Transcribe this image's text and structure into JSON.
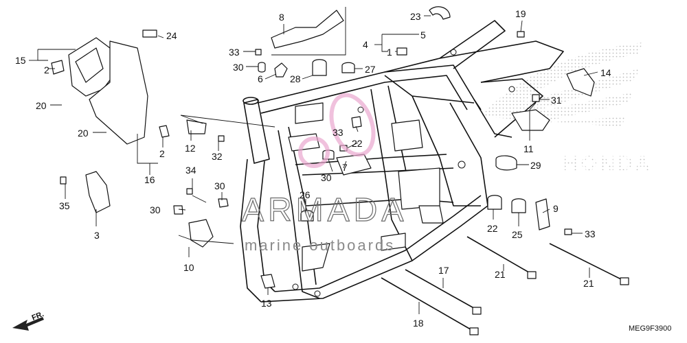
{
  "diagram": {
    "code": "MEG9F3900",
    "direction_label": "FR.",
    "watermark": {
      "brand": "ARMADA",
      "tagline": "marine outboards"
    },
    "callouts": {
      "c1": "1",
      "c2a": "2",
      "c2b": "2",
      "c3": "3",
      "c4": "4",
      "c5": "5",
      "c6": "6",
      "c7": "7",
      "c8": "8",
      "c9": "9",
      "c10": "10",
      "c11": "11",
      "c12": "12",
      "c13": "13",
      "c14": "14",
      "c15": "15",
      "c16": "16",
      "c17": "17",
      "c18": "18",
      "c19": "19",
      "c20a": "20",
      "c20b": "20",
      "c21a": "21",
      "c21b": "21",
      "c22a": "22",
      "c22b": "22",
      "c23": "23",
      "c24": "24",
      "c25": "25",
      "c26": "26",
      "c27": "27",
      "c28": "28",
      "c29": "29",
      "c30a": "30",
      "c30b": "30",
      "c30c": "30",
      "c30d": "30",
      "c31": "31",
      "c32": "32",
      "c33a": "33",
      "c33b": "33",
      "c33c": "33",
      "c34": "34",
      "c35": "35"
    }
  }
}
